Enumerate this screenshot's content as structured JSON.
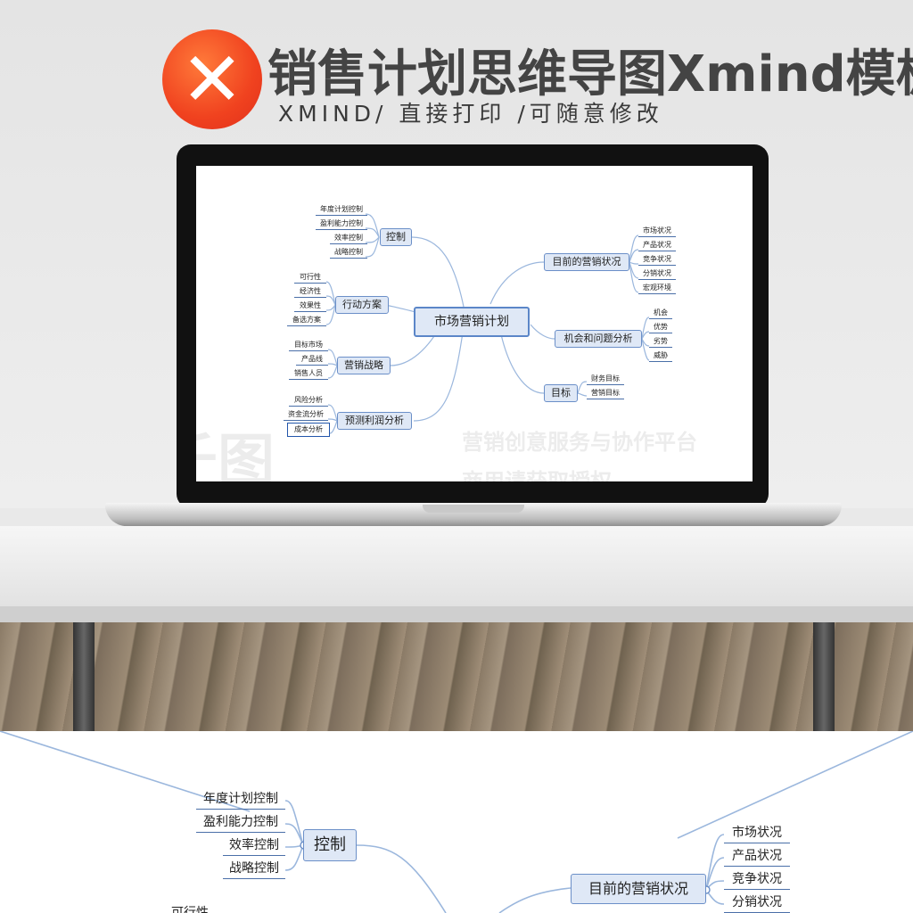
{
  "banner": {
    "logo_glyph": "✕",
    "title": "销售计划思维导图Xmind模板",
    "subtitle": "XMIND/ 直接打印 /可随意修改",
    "logo_color": "#f0421f"
  },
  "mindmap": {
    "center": "市场营销计划",
    "control": {
      "label": "控制",
      "items": [
        "年度计划控制",
        "盈利能力控制",
        "效率控制",
        "战略控制"
      ]
    },
    "action": {
      "label": "行动方案",
      "items": [
        "可行性",
        "经济性",
        "效果性",
        "备选方案"
      ]
    },
    "strategy": {
      "label": "营销战略",
      "items": [
        "目标市场",
        "产品线",
        "销售人员"
      ]
    },
    "forecast": {
      "label": "预测利润分析",
      "items": [
        "风险分析",
        "资金流分析",
        "成本分析"
      ]
    },
    "situation": {
      "label": "目前的营销状况",
      "items": [
        "市场状况",
        "产品状况",
        "竞争状况",
        "分销状况",
        "宏观环境"
      ]
    },
    "opportunity": {
      "label": "机会和问题分析",
      "items": [
        "机会",
        "优势",
        "劣势",
        "威胁"
      ]
    },
    "goal": {
      "label": "目标",
      "items": [
        "财务目标",
        "营销目标"
      ]
    }
  },
  "watermark": {
    "brand": "千图",
    "line1": "营销创意服务与协作平台",
    "line2": "商用请获取授权"
  },
  "zoom_view": {
    "control": {
      "label": "控制",
      "items": [
        "年度计划控制",
        "盈利能力控制",
        "效率控制",
        "战略控制"
      ]
    },
    "situation": {
      "label": "目前的营销状况",
      "items": [
        "市场状况",
        "产品状况",
        "竞争状况",
        "分销状况"
      ]
    },
    "partial_label": "可行性"
  },
  "colors": {
    "node_fill": "#dfe8f6",
    "node_border": "#5b86c8",
    "connector": "#9bb7dd"
  }
}
